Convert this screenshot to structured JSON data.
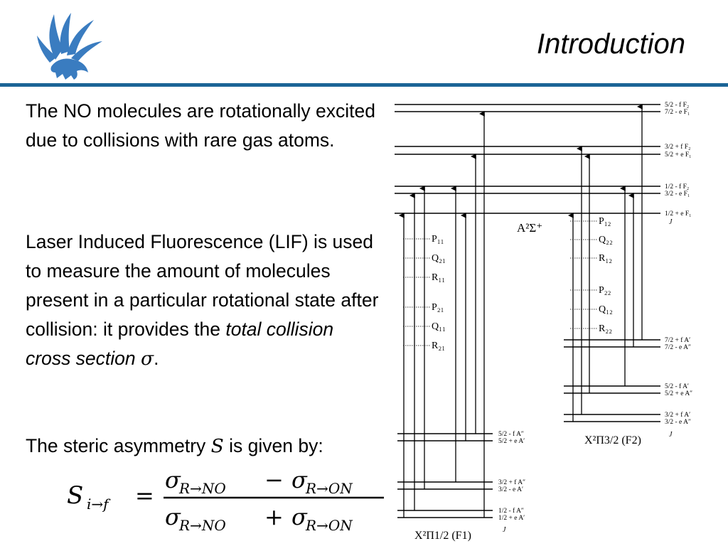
{
  "slide": {
    "title": "Introduction",
    "paragraph1": "The NO molecules are rotationally excited due to collisions with rare gas atoms.",
    "paragraph2_main": "Laser Induced Fluorescence (LIF) is used to measure the amount of molecules present in a particular rotational state after collision: it provides the ",
    "paragraph2_emph": "total collision cross section",
    "paragraph2_symbol": "σ",
    "paragraph2_end": ".",
    "paragraph3_main": "The steric asymmetry ",
    "paragraph3_symbol": "S",
    "paragraph3_end": " is given by:"
  },
  "formula": {
    "lhs": "S",
    "lhs_sub": "i→f",
    "equals": "=",
    "sigma": "σ",
    "sub_no": "R→NO",
    "sub_on": "R→ON",
    "minus": "−",
    "plus": "+"
  },
  "diagram": {
    "upper_state": "A²Σ⁺",
    "lower_f2_state": "X²Π3/2 (F2)",
    "lower_f1_state": "X²Π1/2 (F1)",
    "j_label": "J",
    "upper_levels": [
      "5/2 - f  F₂",
      "7/2 - e  F₁",
      "3/2 + f  F₂",
      "5/2 + e  F₁",
      "1/2 - f  F₂",
      "3/2 - e  F₁",
      "1/2 + e  F₁"
    ],
    "f2_levels": [
      "7/2 + f  A′",
      "7/2 - e  A″",
      "5/2 - f  A′",
      "5/2 + e  A″",
      "3/2 + f  A′",
      "3/2 - e  A″"
    ],
    "f1_levels": [
      "5/2 - f  A″",
      "5/2 + e  A′",
      "3/2 + f  A″",
      "3/2 - e  A′",
      "1/2 - f  A″",
      "1/2 + e  A′"
    ],
    "branches_left_top": [
      "P₁₁",
      "Q₂₁",
      "R₁₁"
    ],
    "branches_left_bottom": [
      "P₂₁",
      "Q₁₁",
      "R₂₁"
    ],
    "branches_right_top": [
      "P₁₂",
      "Q₂₂",
      "R₁₂"
    ],
    "branches_right_bottom": [
      "P₂₂",
      "Q₁₂",
      "R₂₂"
    ]
  }
}
